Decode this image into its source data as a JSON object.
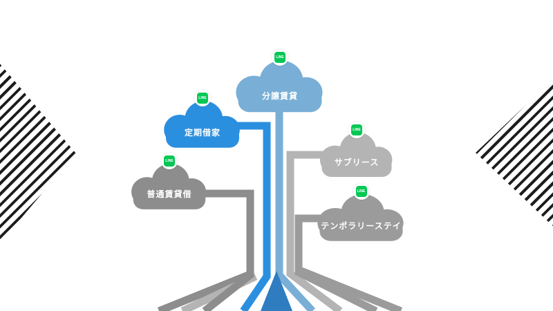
{
  "canvas": {
    "background": "#ffffff"
  },
  "decor": {
    "stripe_color": "#1d1d1d"
  },
  "line_badge": {
    "label": "LINE",
    "brand_color": "#06c755"
  },
  "clouds": [
    {
      "label": "分譲賃貸",
      "color": "#79afd6",
      "text_color": "#ffffff"
    },
    {
      "label": "定期借家",
      "color": "#2b8fe0",
      "text_color": "#ffffff"
    },
    {
      "label": "サブリース",
      "color": "#b4b4b4",
      "text_color": "#ffffff"
    },
    {
      "label": "普通賃貸借",
      "color": "#8d8d8d",
      "text_color": "#ffffff"
    },
    {
      "label": "テンポラリーステイ",
      "color": "#9b9b9b",
      "text_color": "#ffffff"
    }
  ],
  "connectors": {
    "funnel_color": "#2f7cc0"
  }
}
